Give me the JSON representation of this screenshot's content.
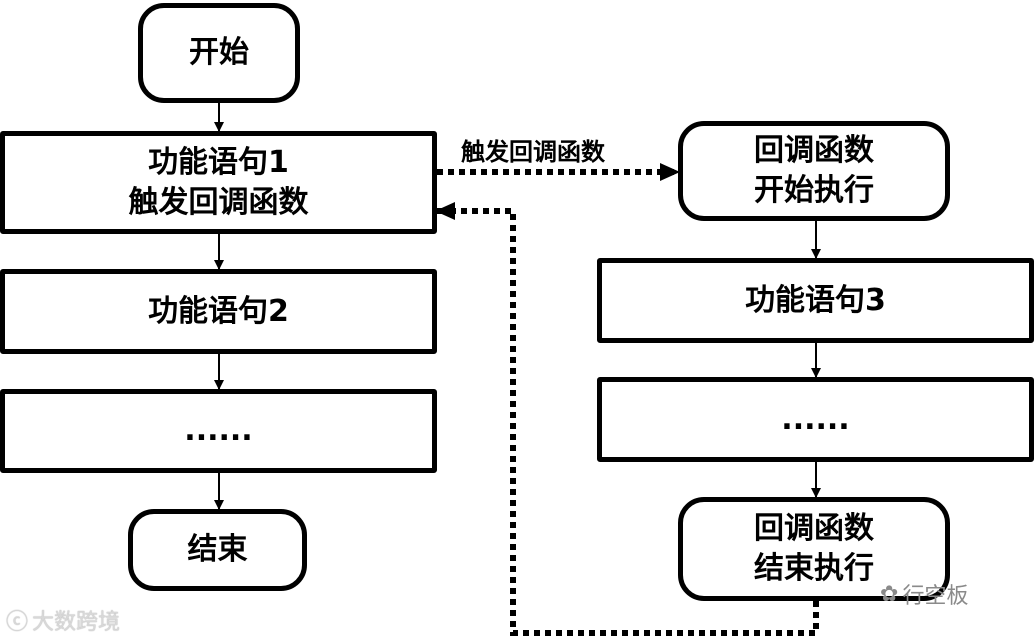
{
  "diagram": {
    "left_flow": {
      "start": "开始",
      "statement1_line1": "功能语句1",
      "statement1_line2": "触发回调函数",
      "statement2": "功能语句2",
      "ellipsis": "......",
      "end": "结束"
    },
    "right_flow": {
      "callback_start_line1": "回调函数",
      "callback_start_line2": "开始执行",
      "statement3": "功能语句3",
      "ellipsis": "......",
      "callback_end_line1": "回调函数",
      "callback_end_line2": "结束执行"
    },
    "trigger_label": "触发回调函数"
  },
  "watermarks": {
    "left_text": "大数跨境",
    "right_text": "行空板"
  },
  "colors": {
    "stroke": "#000000",
    "background": "#ffffff"
  }
}
